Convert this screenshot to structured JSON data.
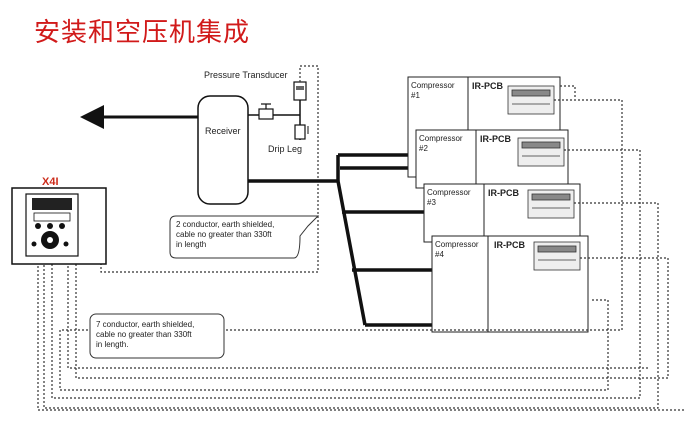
{
  "title": "安装和空压机集成",
  "labels": {
    "pressure_transducer": "Pressure Transducer",
    "receiver": "Receiver",
    "drip_leg": "Drip Leg",
    "controller": "X4I",
    "ir_pcb": "IR-PCB"
  },
  "compressors": [
    {
      "line1": "Compressor",
      "line2": "#1"
    },
    {
      "line1": "Compressor",
      "line2": "#2"
    },
    {
      "line1": "Compressor",
      "line2": "#3"
    },
    {
      "line1": "Compressor",
      "line2": "#4"
    }
  ],
  "notes": {
    "sensor_cable": [
      "2 conductor, earth shielded,",
      "cable no greater than 330ft",
      "in length"
    ],
    "control_cable": [
      "7 conductor, earth shielded,",
      "cable no greater than 330ft",
      "in length."
    ]
  }
}
